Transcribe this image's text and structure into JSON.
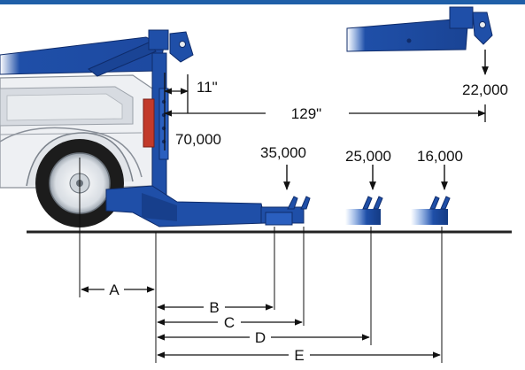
{
  "colors": {
    "accent_bar": "#1f5fa8",
    "boom_blue": "#1f4fa8",
    "boom_dark": "#0f2c6b",
    "truck_white": "#f2f3f5",
    "truck_grey": "#c9ccd3",
    "tire": "#1c1c1c",
    "rim": "#e8ecf0",
    "red_pad": "#c23a2a",
    "ground": "#222222",
    "dim": "#111111"
  },
  "diagram": {
    "ratings": {
      "boom_tip": "22,000",
      "wheel_lift_retracted": "70,000",
      "position_b": "35,000",
      "position_d": "25,000",
      "position_e": "16,000"
    },
    "offsets": {
      "boom_short": "11\"",
      "boom_reach": "129\""
    },
    "dimension_labels": [
      "A",
      "B",
      "C",
      "D",
      "E"
    ]
  }
}
